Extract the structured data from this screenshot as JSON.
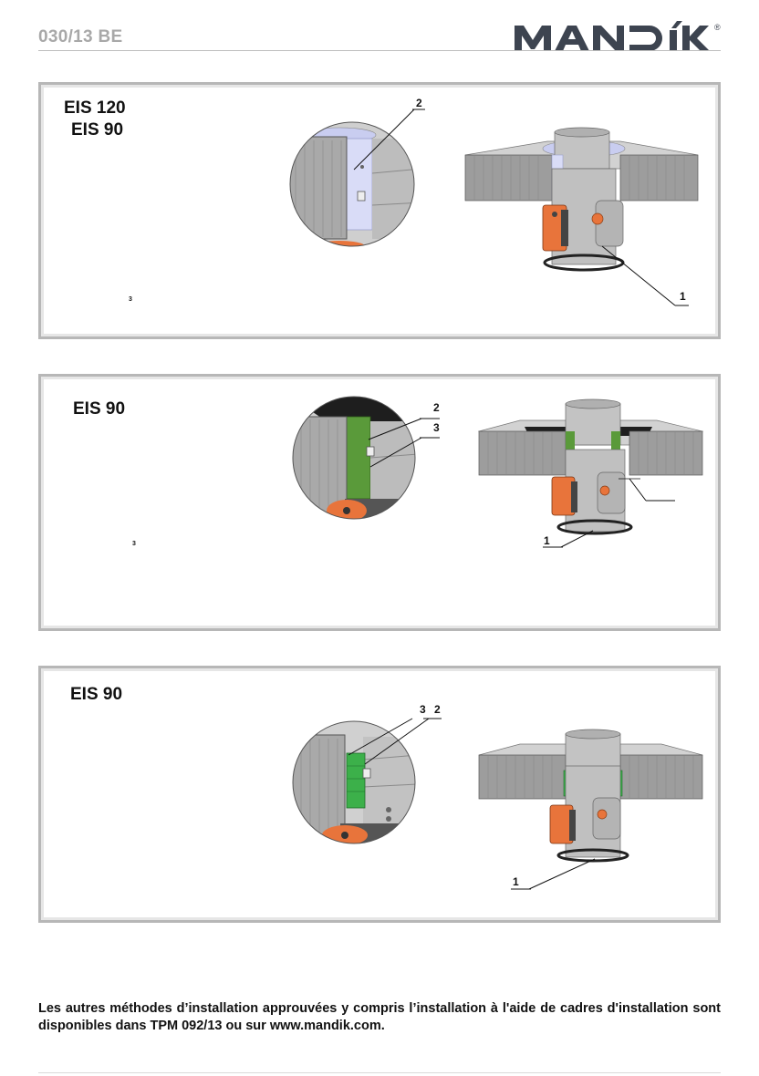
{
  "header": {
    "document_code": "030/13 BE",
    "brand_name": "MANDÍK",
    "registered_mark": "®"
  },
  "panels": [
    {
      "titles": [
        "EIS 120",
        "EIS 90"
      ],
      "superscript": "3",
      "callouts": [
        "2",
        "1"
      ]
    },
    {
      "titles": [
        "EIS 90"
      ],
      "superscript": "3",
      "callouts": [
        "2",
        "3",
        "1"
      ]
    },
    {
      "titles": [
        "EIS 90"
      ],
      "callouts": [
        "3",
        "2",
        "1"
      ]
    }
  ],
  "footer": {
    "note": "Les autres méthodes d’installation approuvées y compris l’installation à l'aide de cadres d'installation sont disponibles dans TPM 092/13 ou sur www.mandik.com."
  },
  "colors": {
    "actuator": "#e8743b",
    "wall": "#9a9a9a",
    "sleeve_blue": "#c9cdf0",
    "seal_green": "#5a9a3a",
    "fire_green": "#3cb04a"
  }
}
